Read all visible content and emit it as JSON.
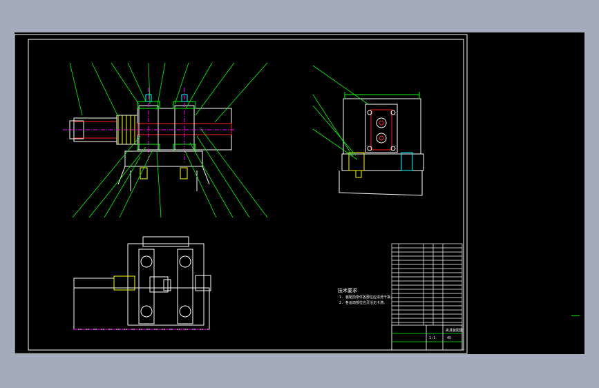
{
  "notes": {
    "title": "技术要求",
    "line1": "1. 装配前零件各部位应清洗干净。",
    "line2": "2. 各运动部位应灵活无卡滞。"
  },
  "title_block": {
    "drawing_name": "夹具装配图",
    "scale": "1:1",
    "material": "45"
  },
  "colors": {
    "background": "#000000",
    "frame": "#ffffff",
    "outline": "#ffffff",
    "leader": "#00ff00",
    "hidden": "#ff2020",
    "center": "#ff00ff",
    "accent": "#00ffff",
    "bolt": "#ffff00"
  }
}
